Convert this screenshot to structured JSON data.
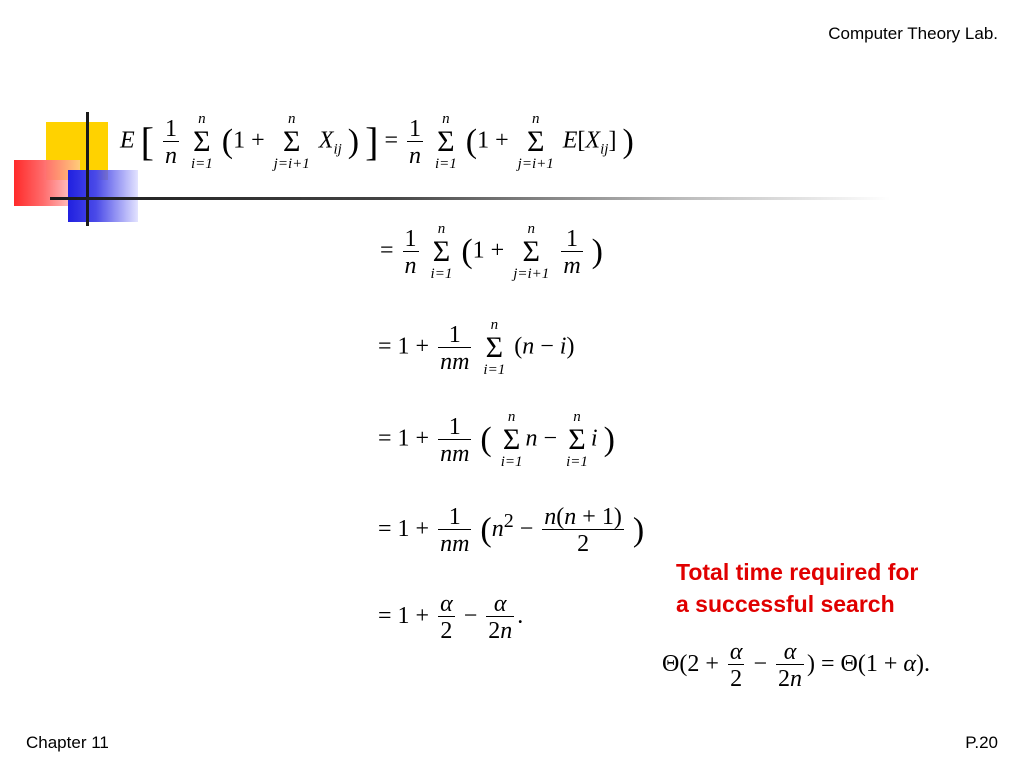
{
  "header": {
    "lab": "Computer Theory Lab."
  },
  "equations": [
    {
      "lhs": "E",
      "lhs_arg": "1/n Σ_{i=1}^{n} (1 + Σ_{j=i+1}^{n} X_ij)",
      "rhs": "1/n Σ_{i=1}^{n} (1 + Σ_{j=i+1}^{n} E[X_ij])"
    },
    {
      "rhs": "1/n Σ_{i=1}^{n} (1 + Σ_{j=i+1}^{n} 1/m)"
    },
    {
      "rhs": "1 + 1/(nm) Σ_{i=1}^{n} (n − i)"
    },
    {
      "rhs": "1 + 1/(nm) (Σ_{i=1}^{n} n − Σ_{i=1}^{n} i)"
    },
    {
      "rhs": "1 + 1/(nm) (n² − n(n + 1)/2)"
    },
    {
      "rhs": "1 + α/2 − α/(2n)."
    }
  ],
  "callout": {
    "line1": "Total time required for",
    "line2": "a successful search"
  },
  "result": "Θ(2 + α/2 − α/(2n)) = Θ(1 + α).",
  "footer": {
    "chapter": "Chapter 11",
    "page": "P.20"
  }
}
